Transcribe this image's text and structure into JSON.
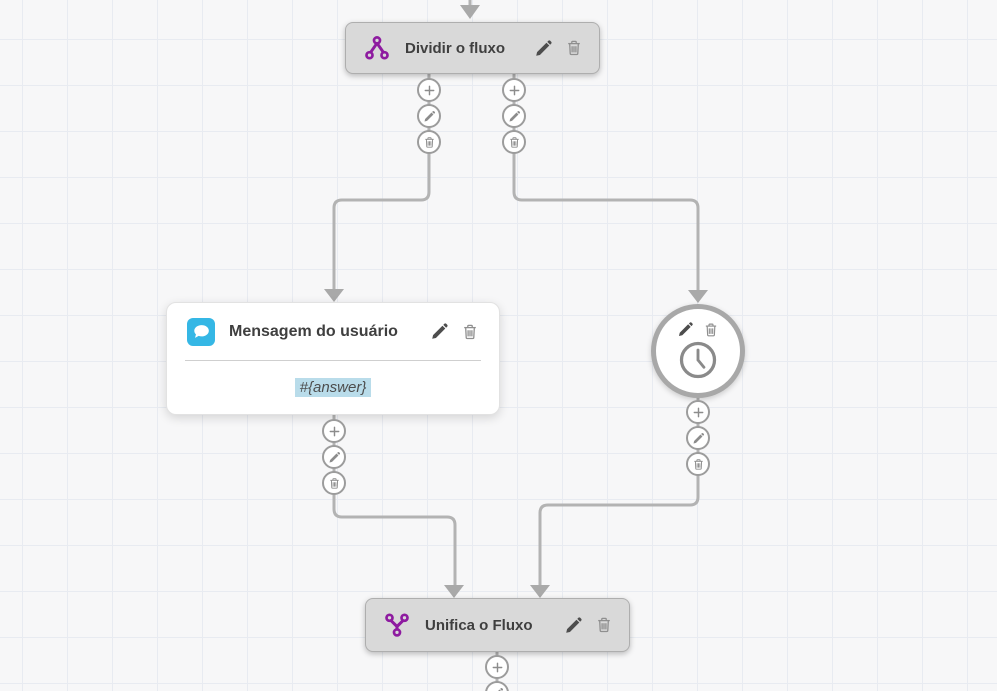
{
  "canvas": {
    "type": "flow-builder-canvas",
    "grid": "on"
  },
  "palette": {
    "canvas_bg": "#f7f7f8",
    "grid_line": "#e8ebf1",
    "node_gray_bg": "#d9d9d9",
    "node_border": "#aeaeae",
    "wire": "#b3b3b3",
    "arrow": "#a9a9a9",
    "brand_purple": "#8e1ba0",
    "message_blue": "#35b7e5",
    "variable_highlight": "#b9dcea"
  },
  "nodes": {
    "split": {
      "title": "Dividir o fluxo",
      "kind": "split-flow"
    },
    "user_message": {
      "title": "Mensagem do usuário",
      "body": "#{answer}",
      "kind": "user-message"
    },
    "timer": {
      "kind": "wait-timer"
    },
    "merge": {
      "title": "Unifica o Fluxo",
      "kind": "merge-flow"
    }
  },
  "icons": {
    "split": "split-branch-icon",
    "merge": "merge-branch-icon",
    "message": "chat-bubble-icon",
    "timer": "clock-icon",
    "edit": "pencil-icon",
    "delete": "trash-icon",
    "add": "plus-icon"
  }
}
